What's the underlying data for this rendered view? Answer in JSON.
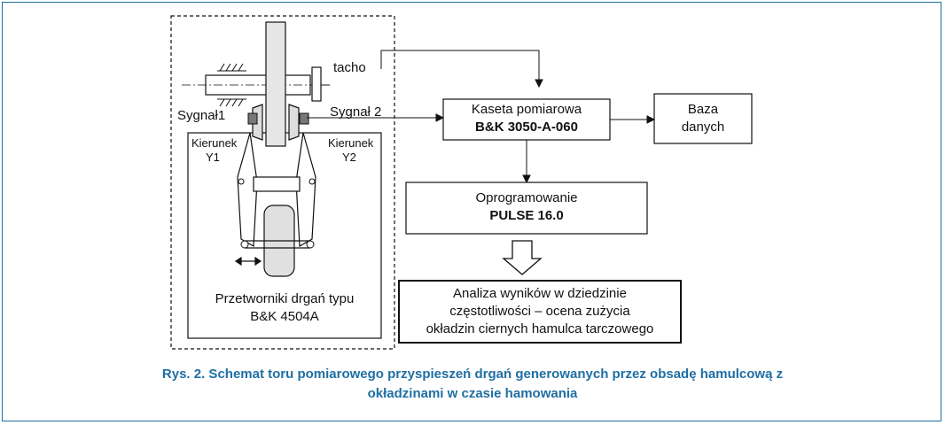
{
  "labels": {
    "tacho": "tacho",
    "sygnal1": "Sygnał1",
    "sygnal2": "Sygnał 2",
    "kierunek_y1_line1": "Kierunek",
    "kierunek_y1_line2": "Y1",
    "kierunek_y2_line1": "Kierunek",
    "kierunek_y2_line2": "Y2",
    "transducers_line1": "Przetworniki drgań typu",
    "transducers_line2": "B&K  4504A"
  },
  "boxes": {
    "kaseta": {
      "line1": "Kaseta pomiarowa",
      "line2": "B&K 3050-A-060"
    },
    "baza": {
      "line1": "Baza",
      "line2": "danych"
    },
    "oprogramowanie": {
      "line1": "Oprogramowanie",
      "line2": "PULSE 16.0"
    },
    "analiza": {
      "line1": "Analiza wyników w dziedzinie",
      "line2": "częstotliwości – ocena zużycia",
      "line3": "okładzin ciernych hamulca tarczowego"
    }
  },
  "caption": {
    "line1": "Rys. 2. Schemat toru pomiarowego przyspieszeń drgań generowanych przez obsadę hamulcową z",
    "line2": "okładzinami w czasie hamowania"
  },
  "colors": {
    "caption": "#1f6fa3",
    "frame": "#1f6fa3",
    "line": "#111111"
  }
}
